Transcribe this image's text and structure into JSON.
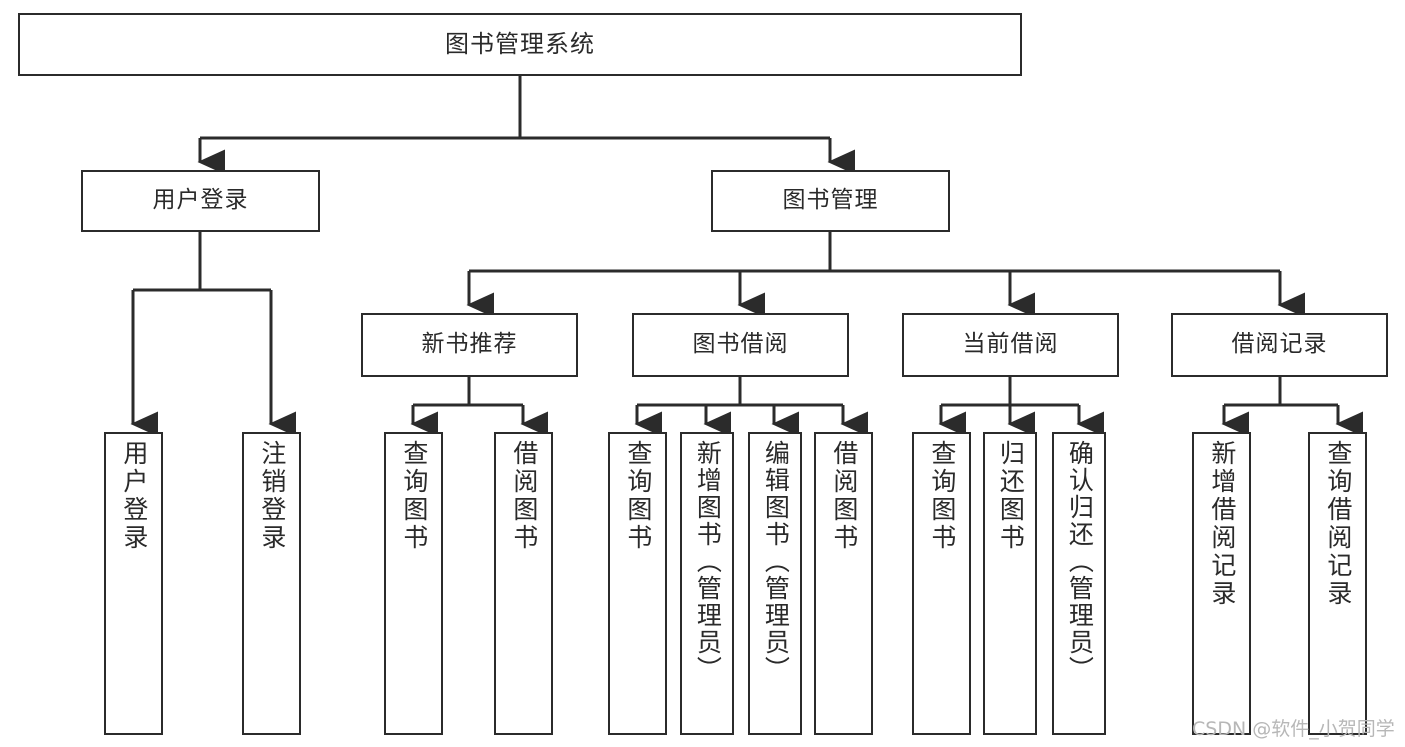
{
  "diagram": {
    "type": "tree-hierarchy",
    "title": "图书管理系统",
    "background_color": "#ffffff",
    "stroke_color": "#2b2b2b",
    "text_color": "#2a2a2a",
    "root": {
      "label": "图书管理系统"
    },
    "level2": [
      {
        "id": "user-login",
        "label": "用户登录"
      },
      {
        "id": "book-manage",
        "label": "图书管理"
      }
    ],
    "level3": [
      {
        "id": "new-book-rec",
        "label": "新书推荐",
        "parent": "book-manage"
      },
      {
        "id": "book-borrow",
        "label": "图书借阅",
        "parent": "book-manage"
      },
      {
        "id": "current-borrow",
        "label": "当前借阅",
        "parent": "book-manage"
      },
      {
        "id": "borrow-record",
        "label": "借阅记录",
        "parent": "book-manage"
      }
    ],
    "leaves": [
      {
        "id": "leaf-user-login",
        "label": "用户登录",
        "parent": "user-login"
      },
      {
        "id": "leaf-user-logout",
        "label": "注销登录",
        "parent": "user-login"
      },
      {
        "id": "leaf-rec-query",
        "label": "查询图书",
        "parent": "new-book-rec"
      },
      {
        "id": "leaf-rec-borrow",
        "label": "借阅图书",
        "parent": "new-book-rec"
      },
      {
        "id": "leaf-borrow-query",
        "label": "查询图书",
        "parent": "book-borrow"
      },
      {
        "id": "leaf-borrow-add",
        "label": "新增图书（管理员）",
        "parent": "book-borrow"
      },
      {
        "id": "leaf-borrow-edit",
        "label": "编辑图书（管理员）",
        "parent": "book-borrow"
      },
      {
        "id": "leaf-borrow-lend",
        "label": "借阅图书",
        "parent": "book-borrow"
      },
      {
        "id": "leaf-cur-query",
        "label": "查询图书",
        "parent": "current-borrow"
      },
      {
        "id": "leaf-cur-return",
        "label": "归还图书",
        "parent": "current-borrow"
      },
      {
        "id": "leaf-cur-confirm",
        "label": "确认归还（管理员）",
        "parent": "current-borrow"
      },
      {
        "id": "leaf-rec-add",
        "label": "新增借阅记录",
        "parent": "borrow-record"
      },
      {
        "id": "leaf-rec-query2",
        "label": "查询借阅记录",
        "parent": "borrow-record"
      }
    ]
  },
  "watermark": {
    "text": "CSDN @软件_小贺同学"
  }
}
